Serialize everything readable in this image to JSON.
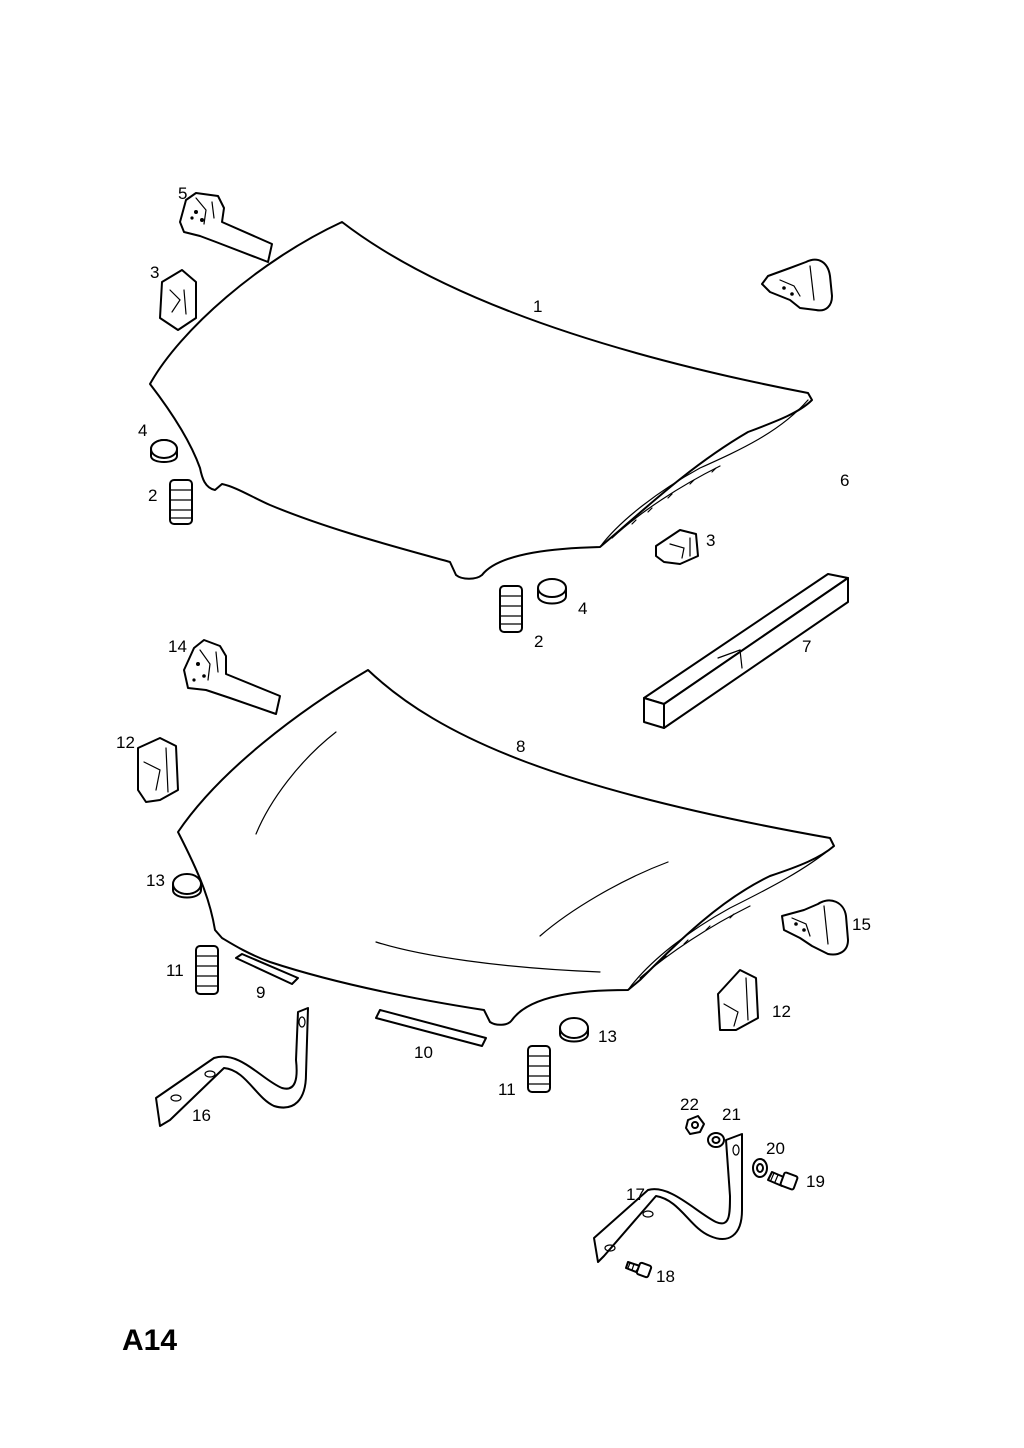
{
  "diagram": {
    "code": "A14",
    "callouts": {
      "c1": "1",
      "c5": "5",
      "c3a": "3",
      "c3b": "3",
      "c4a": "4",
      "c4b": "4",
      "c2a": "2",
      "c2b": "2",
      "c6": "6",
      "c7": "7",
      "c14": "14",
      "c12a": "12",
      "c12b": "12",
      "c8": "8",
      "c13a": "13",
      "c13b": "13",
      "c11a": "11",
      "c11b": "11",
      "c9": "9",
      "c10": "10",
      "c15": "15",
      "c16": "16",
      "c17": "17",
      "c18": "18",
      "c19": "19",
      "c20": "20",
      "c21": "21",
      "c22": "22"
    }
  }
}
